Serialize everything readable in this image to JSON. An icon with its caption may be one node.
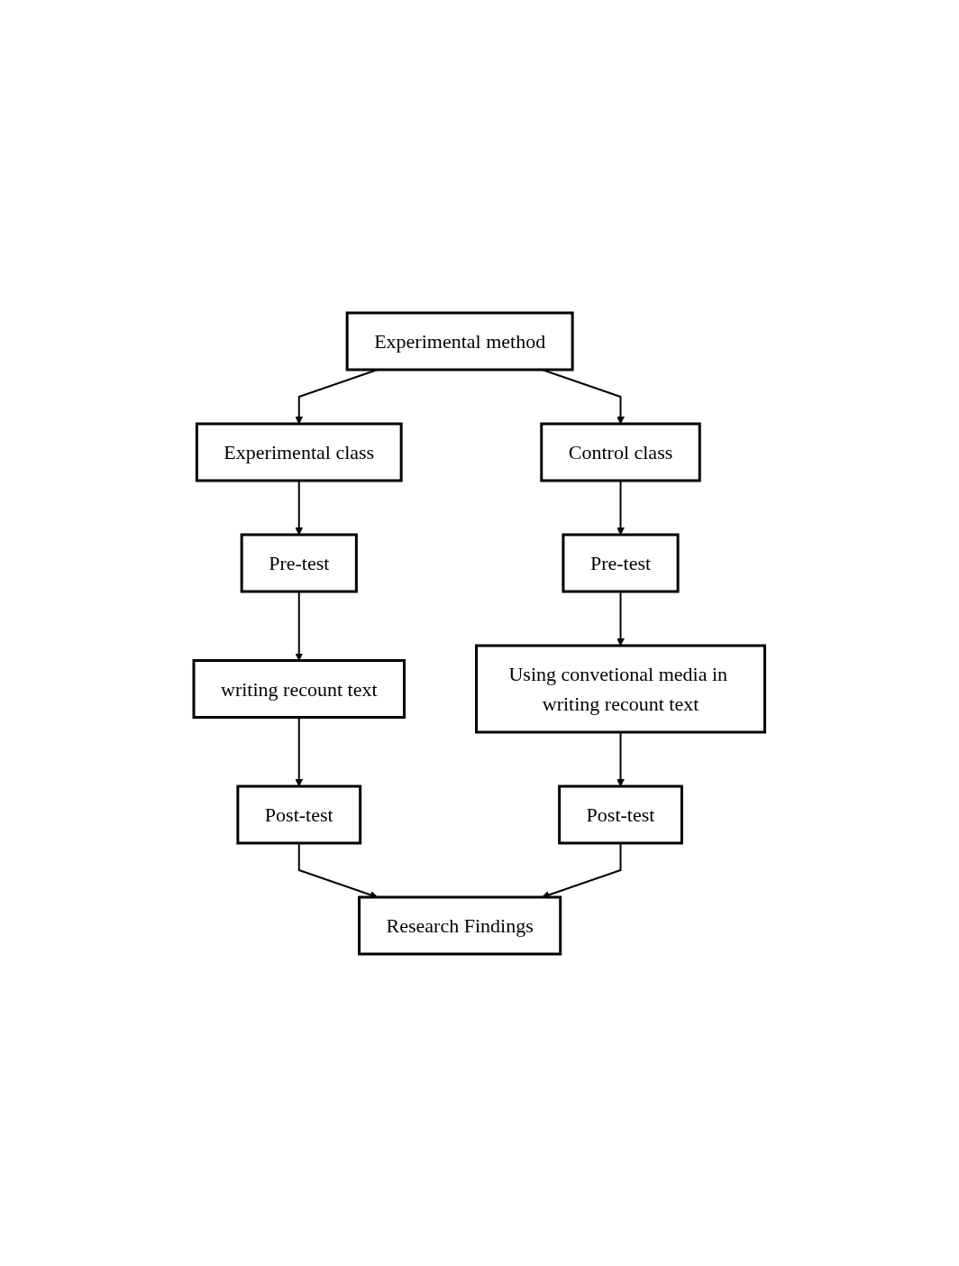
{
  "diagram": {
    "nodes": [
      {
        "text": [
          "Experimental method"
        ]
      },
      {
        "text": [
          "Experimental class"
        ]
      },
      {
        "text": [
          "Control class"
        ]
      },
      {
        "text": [
          "Pre-test"
        ]
      },
      {
        "text": [
          "Pre-test"
        ]
      },
      {
        "text": [
          "writing recount text"
        ]
      },
      {
        "text": [
          "Using convetional media in writing recount text"
        ]
      },
      {
        "text": [
          "Post-test"
        ]
      },
      {
        "text": [
          "Post-test"
        ]
      },
      {
        "text": [
          "Research Findings"
        ]
      }
    ],
    "edges": [
      {
        "from": 0,
        "to": 1,
        "arrow": "to"
      },
      {
        "from": 0,
        "to": 2,
        "arrow": "to"
      },
      {
        "from": 1,
        "to": 3,
        "arrow": "to"
      },
      {
        "from": 2,
        "to": 4,
        "arrow": "to"
      },
      {
        "from": 3,
        "to": 5,
        "arrow": "to"
      },
      {
        "from": 4,
        "to": 6,
        "arrow": "to"
      },
      {
        "from": 5,
        "to": 7,
        "arrow": "to"
      },
      {
        "from": 6,
        "to": 8,
        "arrow": "to"
      },
      {
        "from": 7,
        "to": 9,
        "arrow": "to"
      },
      {
        "from": 8,
        "to": 9,
        "arrow": "to"
      }
    ]
  }
}
